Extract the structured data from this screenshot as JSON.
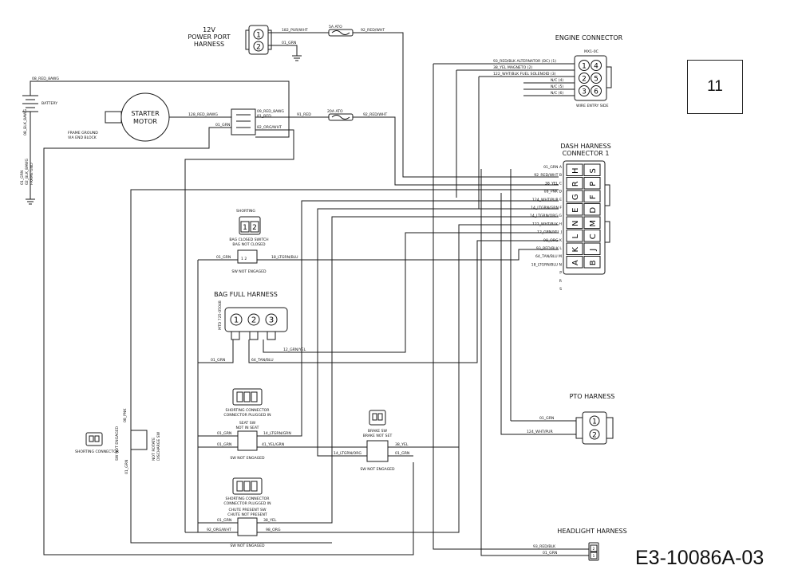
{
  "page_number": "11",
  "doc_id": "E3-10086A-03",
  "headings": {
    "power_port": [
      "12V",
      "POWER PORT",
      "HARNESS"
    ],
    "engine_connector": "ENGINE CONNECTOR",
    "dash": [
      "DASH HARNESS",
      "CONNECTOR 1"
    ],
    "bag_full": "BAG FULL HARNESS",
    "pto": "PTO HARNESS",
    "headlight": "HEADLIGHT HARNESS",
    "starter": [
      "STARTER",
      "MOTOR"
    ]
  },
  "small": {
    "battery": "BATTERY",
    "frame_ground": [
      "FRAME GROUND",
      "VIA END BLOCK"
    ],
    "fuse_5a": "5A   ATO",
    "fuse_20a": "20A  ATO",
    "mx1": "MX1-0C",
    "wire_entry": "WIRE ENTRY SIDE",
    "shorting": "SHORTING",
    "bag_closed": [
      "BAG CLOSED SWITCH",
      "BAG NOT CLOSED"
    ],
    "sw_not_engaged": "SW NOT ENGAGED",
    "mtd": "MTD 725-05048",
    "shorting_plugged": [
      "SHORTING CONNECTOR",
      "CONNECTOR PLUGGED IN"
    ],
    "seat_sw": [
      "SEAT SW",
      "NOT IN SEAT"
    ],
    "brake_sw": [
      "BRAKE SW",
      "BRAKE NOT SET"
    ],
    "chute_sw": [
      "CHUTE PRESENT SW",
      "CHUTE NOT PRESENT"
    ],
    "shorting_connector_v": "SHORTING CONNECTOR",
    "not_rotate": [
      "NOT ROTATE",
      "DISCHARGE SW"
    ],
    "batt_grn": [
      "01_GRN",
      "02_BLK_8AWG",
      "FRAME GND"
    ],
    "red_8awg_v": "08_BLK_8AWG",
    "grn_v": "01_GRN",
    "pnk_v": "08_PNK"
  },
  "wires": {
    "pur_wht_182": "182_PUR/WHT",
    "red_wht_92": "92_RED/WHT",
    "red_wht_92b": "92_RED/WHT",
    "grn_01": "01_GRN",
    "red_8awg": "08_RED_8AWG",
    "red_8awg_128": "128_RED_8AWG",
    "red_8awg_09": "09_RED_8AWG",
    "red_91": "91_RED",
    "red_81": "81_RED",
    "org_wht_82": "82_ORG/WHT",
    "grn_01b": "01_GRN",
    "ltgrn_blu": "18_LTGRN/BLU",
    "grn_yel": "12_GRN/YEL",
    "tan_blu": "64_TAN/BLU",
    "grn_01c": "01_GRN",
    "ltgrn_grn": "14_LTGRN/GRN",
    "yel_grn": "41_YEL/GRN",
    "ltgrn_org": "14_LTGRN/ORG",
    "yel_38": "38_YEL",
    "org_98": "98_ORG",
    "org_wht_92": "92_ORG/WHT",
    "red_blk_93": "93_RED/BLK",
    "wht_pur_124": "124_WHT/PUR"
  },
  "engine_rows": [
    "93_RED/BLK  ALTERNATOR (DC) (1)",
    "38_YEL        MAGNETO (2)",
    "122_WHT/BLK   FUEL SOLENOID (3)",
    "N/C (4)",
    "N/C (5)",
    "N/C (6)"
  ],
  "engine_pins": [
    "1",
    "4",
    "2",
    "5",
    "3",
    "6"
  ],
  "dash_rows": [
    "01_GRN   A",
    "92_RED/WHT  B",
    "38_YEL   C",
    "08_PNK   D",
    "124_WHT/PUR  E",
    "14_LTGRN/GRN  F",
    "14_LTGRN/ORG  G",
    "122_WHT/BLK  H",
    "12_GRN/YEL  J",
    "98_ORG   K",
    "93_RED/BLK  L",
    "64_TAN/BLU  M",
    "18_LTGRN/BLU  N",
    "P",
    "R",
    "S"
  ],
  "dash_pins": [
    "H",
    "S",
    "R",
    "P",
    "G",
    "F",
    "E",
    "D",
    "N",
    "M",
    "L",
    "C",
    "K",
    "J",
    "A",
    "B"
  ],
  "power_pins": [
    "1",
    "2"
  ],
  "bag_pins": [
    "1",
    "2",
    "3"
  ],
  "shorting_pins": [
    "1",
    "2"
  ],
  "pto_pins": [
    "1",
    "2"
  ],
  "pto_wires": [
    "01_GRN",
    "124_WHT/PUR"
  ],
  "headlight_wires": [
    "93_RED/BLK",
    "01_GRN"
  ],
  "headlight_pins": [
    "2",
    "1"
  ]
}
